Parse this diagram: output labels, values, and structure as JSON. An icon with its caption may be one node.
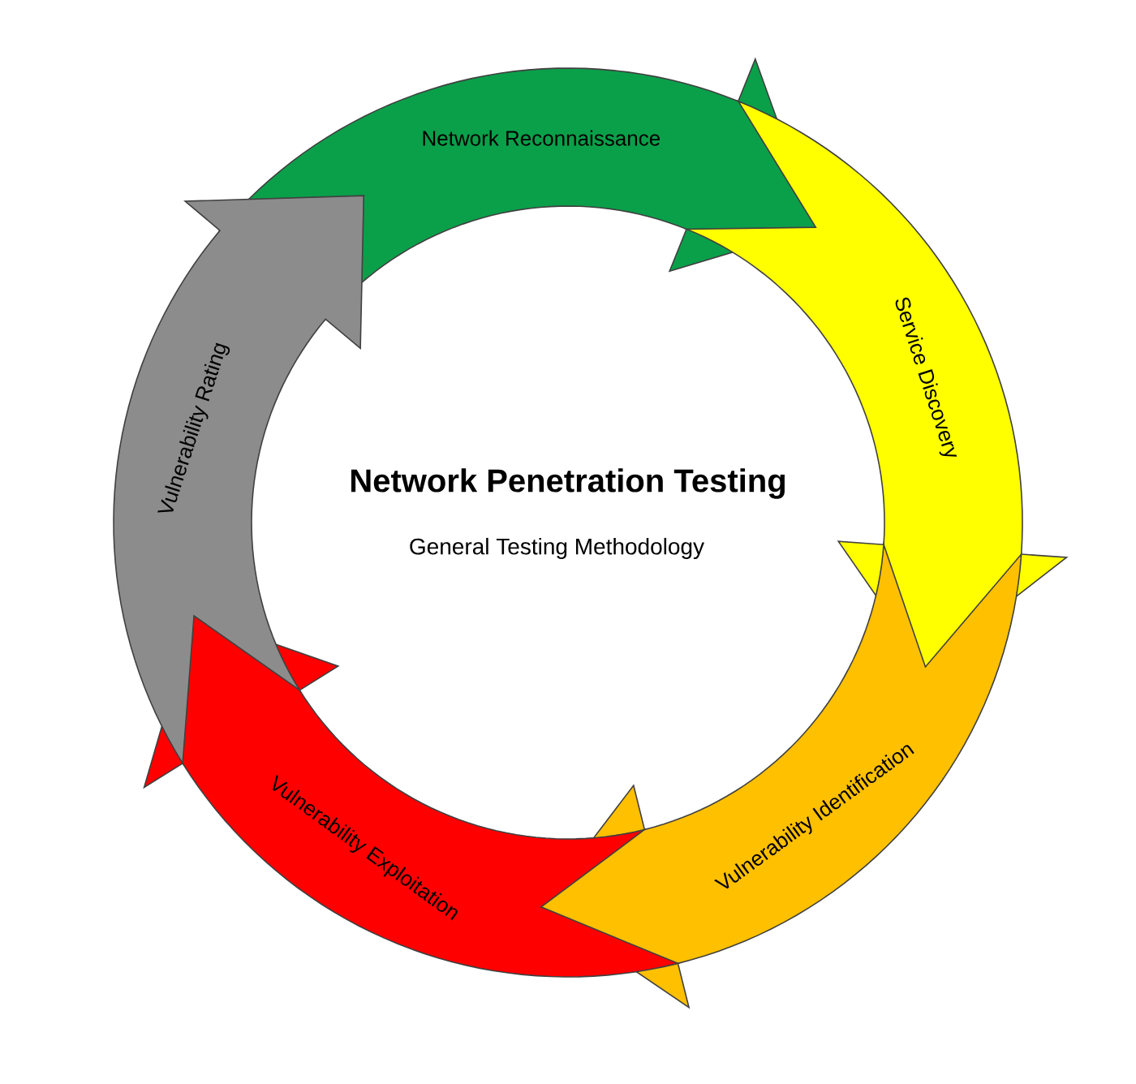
{
  "diagram": {
    "title": "Network Penetration Testing",
    "nodes": [
      {
        "text": [
          "Network Reconnaissance"
        ]
      },
      {
        "text": [
          "Service Discovery"
        ]
      },
      {
        "text": [
          "Vulnerability Identification"
        ]
      },
      {
        "text": [
          "Vulnerability Exploitation"
        ]
      },
      {
        "text": [
          "Vulnerability Rating"
        ]
      }
    ],
    "labels": [
      "General Testing Methodology"
    ]
  }
}
